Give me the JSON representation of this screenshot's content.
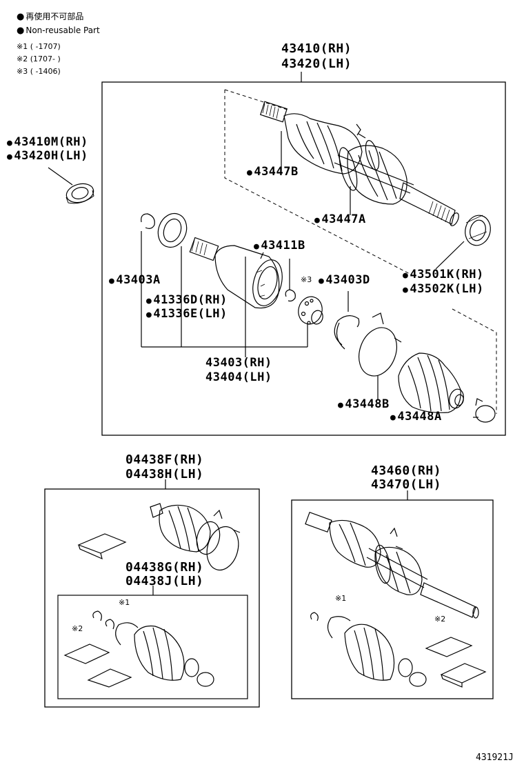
{
  "legend": {
    "jp": "再使用不可部品",
    "en": "Non-reusable Part",
    "notes": [
      "※1 (        -1707)",
      "※2 (1707-        )",
      "※3 (        -1406)"
    ]
  },
  "parts": {
    "main_assy": [
      "43410(RH)",
      "43420(LH)"
    ],
    "seal_left": [
      "43410M(RH)",
      "43420H(LH)"
    ],
    "b43447B": "43447B",
    "b43447A": "43447A",
    "p43411B": "43411B",
    "p43403A": "43403A",
    "p43403D": "43403D",
    "p41336": [
      "41336D(RH)",
      "41336E(LH)"
    ],
    "p43501": [
      "43501K(RH)",
      "43502K(LH)"
    ],
    "outer_joint": [
      "43403(RH)",
      "43404(LH)"
    ],
    "b43448B": "43448B",
    "b43448A": "43448A",
    "boot_kit": [
      "04438F(RH)",
      "04438H(LH)"
    ],
    "boot_kit_inner": [
      "04438G(RH)",
      "04438J(LH)"
    ],
    "shaft_assy": [
      "43460(RH)",
      "43470(LH)"
    ],
    "mark1": "※1",
    "mark2": "※2",
    "mark3": "※3"
  },
  "figure_id": "431921J"
}
